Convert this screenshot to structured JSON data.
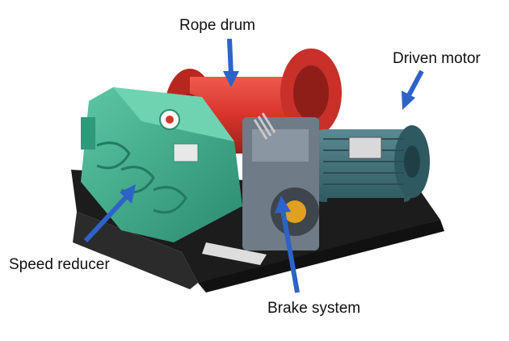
{
  "labels": {
    "rope_drum": "Rope drum",
    "driven_motor": "Driven motor",
    "speed_reducer": "Speed reducer",
    "brake_system": "Brake system"
  },
  "colors": {
    "arrow": "#2d63c8",
    "drum_red": "#d8342b",
    "gearbox_green": "#3bae8c",
    "motor_teal": "#3f6f78",
    "frame_black": "#1c1c1c",
    "brake_steel": "#6f7b86"
  }
}
